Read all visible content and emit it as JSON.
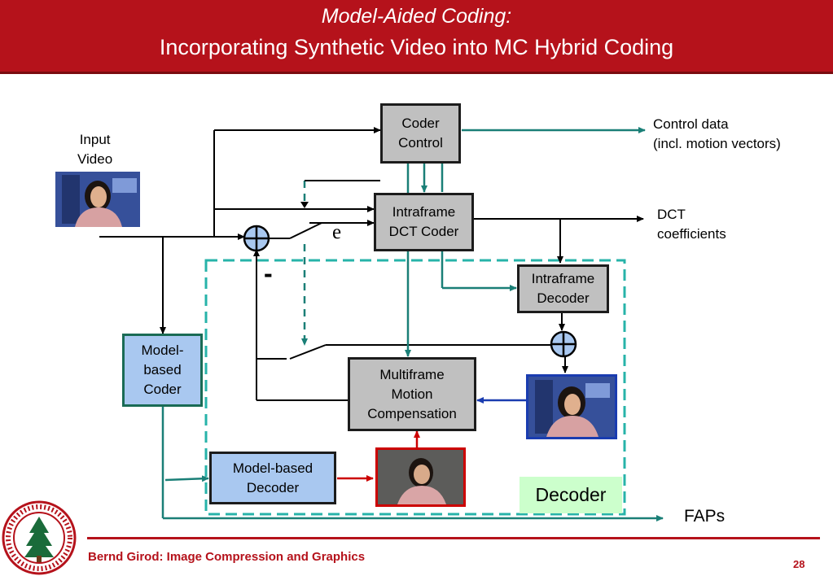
{
  "title": {
    "line1": "Model-Aided Coding:",
    "line2": "Incorporating Synthetic Video into MC Hybrid Coding"
  },
  "labels": {
    "input_video": "Input\nVideo",
    "control_data": "Control data\n(incl. motion vectors)",
    "dct_coefficients": "DCT\ncoefficients",
    "faps": "FAPs",
    "error_symbol": "e",
    "minus_sign": "-",
    "decoder_region": "Decoder"
  },
  "blocks": {
    "coder_control": "Coder\nControl",
    "intraframe_dct_coder": "Intraframe\nDCT Coder",
    "intraframe_decoder": "Intraframe\nDecoder",
    "multiframe_mc": "Multiframe\nMotion\nCompensation",
    "model_based_coder": "Model-\nbased\nCoder",
    "model_based_decoder": "Model-based\nDecoder"
  },
  "footer": {
    "author": "Bernd Girod: Image Compression and Graphics",
    "page": "28"
  },
  "colors": {
    "header_red": "#b5121b",
    "teal": "#1a7f77",
    "dashed_teal": "#27b3a9",
    "arrow_red": "#cc0000",
    "arrow_blue": "#1a3cb0",
    "block_gray": "#c0c0c0",
    "block_blue": "#a9c8f0",
    "decoder_green": "#ccffcc"
  }
}
